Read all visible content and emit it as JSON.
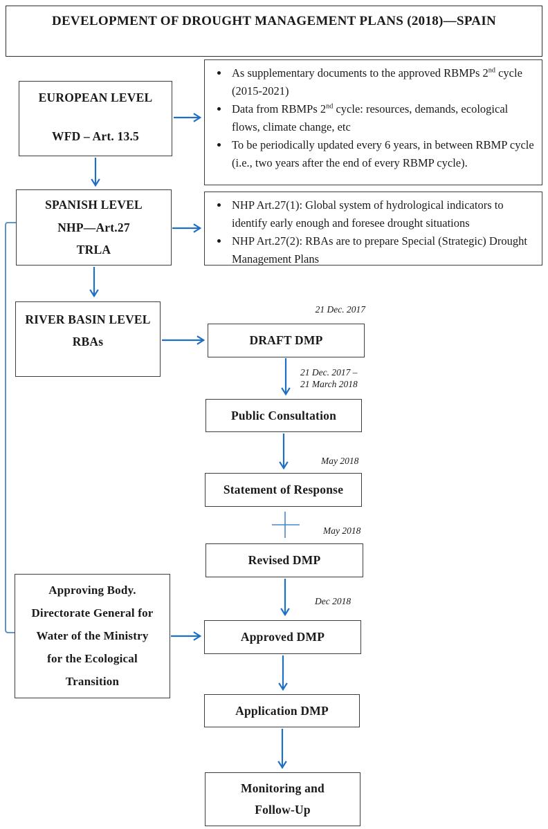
{
  "title": "DEVELOPMENT OF DROUGHT MANAGEMENT PLANS (2018)—SPAIN",
  "colors": {
    "arrow_blue": "#1e6fc4",
    "connector_blue": "#4a86c8",
    "box_border": "#3c3c3c",
    "background": "#ffffff",
    "text": "#1a1a1a"
  },
  "levels": {
    "european": {
      "lines": [
        "EUROPEAN LEVEL",
        "WFD – Art. 13.5"
      ]
    },
    "spanish": {
      "lines": [
        "SPANISH LEVEL",
        "NHP—Art.27",
        "TRLA"
      ]
    },
    "river_basin": {
      "lines": [
        "RIVER BASIN LEVEL",
        "RBAs"
      ]
    },
    "approving_body": {
      "lines": [
        "Approving Body.",
        "Directorate General for",
        "Water of the Ministry",
        "for the Ecological",
        "Transition"
      ]
    }
  },
  "notes": {
    "european_bullets": [
      {
        "pre": "As supplementary documents to the approved RBMPs 2",
        "sup": "nd",
        "post": " cycle (2015-2021)"
      },
      {
        "pre": "Data from RBMPs 2",
        "sup": "nd",
        "post": " cycle: resources, demands, ecological flows, climate change, etc"
      },
      {
        "pre": "To be periodically updated every 6 years, in between RBMP cycle (i.e., two years after the end of every RBMP cycle).",
        "sup": "",
        "post": ""
      }
    ],
    "spanish_bullets": [
      "NHP Art.27(1): Global system of hydrological indicators to identify early enough and foresee drought situations",
      "NHP Art.27(2): RBAs are to prepare Special (Strategic) Drought Management Plans"
    ]
  },
  "process": {
    "draft": "DRAFT DMP",
    "public_consultation": "Public Consultation",
    "statement_of_response": "Statement of Response",
    "revised": "Revised DMP",
    "approved": "Approved DMP",
    "application": "Application DMP",
    "monitoring_lines": [
      "Monitoring and",
      "Follow-Up"
    ]
  },
  "dates": {
    "draft": "21 Dec. 2017",
    "consultation_line1": "21 Dec. 2017 –",
    "consultation_line2": "21 March 2018",
    "statement": "May 2018",
    "revised": "May 2018",
    "approved": "Dec 2018"
  }
}
